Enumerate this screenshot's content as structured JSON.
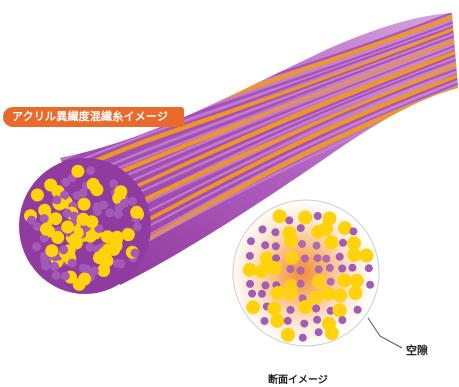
{
  "banner": {
    "text": "アクリル異繊度混繊糸イメージ"
  },
  "labels": {
    "gap": "空隙",
    "cross_section": "断面イメージ"
  },
  "colors": {
    "banner_bg": "#ea6a2c",
    "fiber_purple": "#a24bb0",
    "fiber_light": "#c583cf",
    "fiber_orange": "#f09a1e",
    "dot_yellow": "#ffd20a",
    "dot_purple": "#a35bb5"
  }
}
